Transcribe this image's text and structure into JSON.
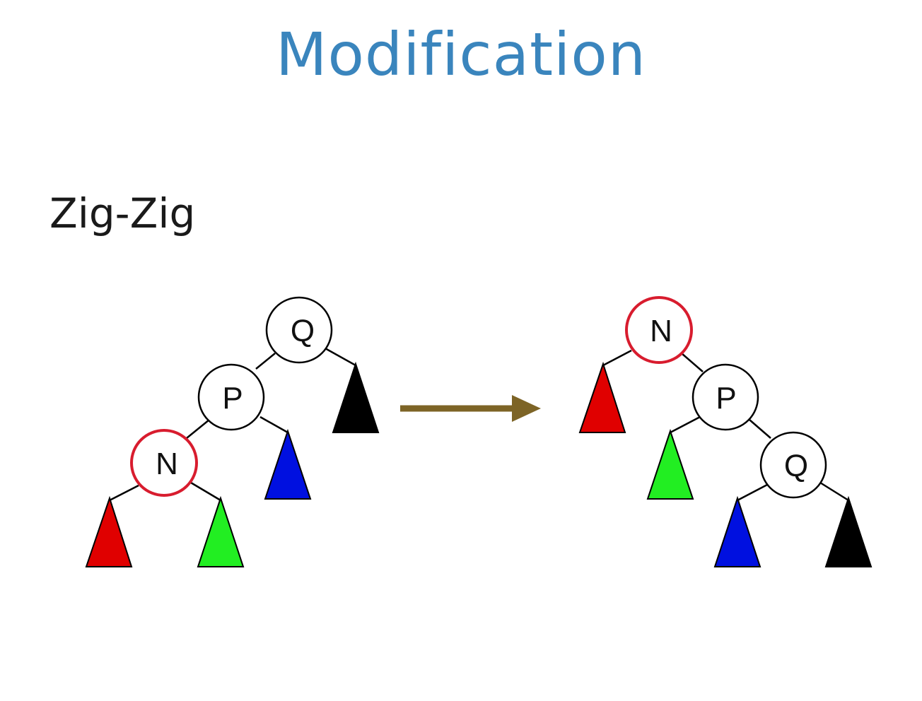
{
  "slide": {
    "title": "Modification",
    "subtitle": "Zig-Zig"
  },
  "colors": {
    "title": "#3a85bd",
    "highlight_node_border": "#d81c2e",
    "arrow": "#7d6426",
    "subtree_red": "#e00000",
    "subtree_green": "#22ee22",
    "subtree_blue": "#0010e0",
    "subtree_black": "#000000"
  },
  "before_tree": {
    "nodes": [
      {
        "label": "Q",
        "highlighted": false
      },
      {
        "label": "P",
        "highlighted": false
      },
      {
        "label": "N",
        "highlighted": true
      }
    ],
    "subtrees": [
      "red",
      "green",
      "blue",
      "black"
    ]
  },
  "after_tree": {
    "nodes": [
      {
        "label": "N",
        "highlighted": true
      },
      {
        "label": "P",
        "highlighted": false
      },
      {
        "label": "Q",
        "highlighted": false
      }
    ],
    "subtrees": [
      "red",
      "green",
      "blue",
      "black"
    ]
  }
}
